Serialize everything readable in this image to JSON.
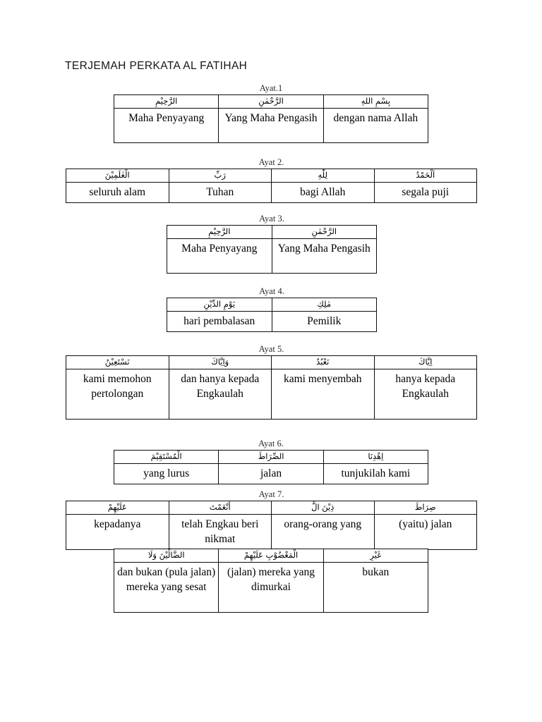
{
  "document": {
    "title": "TERJEMAH PERKATA AL FATIHAH"
  },
  "ayats": [
    {
      "label": "Ayat.1",
      "rows": [
        {
          "arabic": [
            "الرَّحِيْمِ",
            "الرَّحْمٰنِ",
            "بِسْمِ اللهِ"
          ],
          "indonesian": [
            "Maha Penyayang",
            "Yang Maha Pengasih",
            "dengan nama Allah"
          ]
        }
      ]
    },
    {
      "label": "Ayat 2.",
      "rows": [
        {
          "arabic": [
            "الْعٰلَمِيْنَ",
            "رَبِّ",
            "لِلّٰهِ",
            "اَلْحَمْدُ"
          ],
          "indonesian": [
            "seluruh alam",
            "Tuhan",
            "bagi Allah",
            "segala puji"
          ]
        }
      ]
    },
    {
      "label": "Ayat 3.",
      "rows": [
        {
          "arabic": [
            "الرَّحِيْمِ",
            "الرَّحْمٰنِ"
          ],
          "indonesian": [
            "Maha Penyayang",
            "Yang Maha Pengasih"
          ]
        }
      ]
    },
    {
      "label": "Ayat 4.",
      "rows": [
        {
          "arabic": [
            "يَوْمِ الدِّيْنِ",
            "مٰلِكِ"
          ],
          "indonesian": [
            "hari pembalasan",
            "Pemilik"
          ]
        }
      ]
    },
    {
      "label": "Ayat 5.",
      "rows": [
        {
          "arabic": [
            "نَسْتَعِيْنُ",
            "وَاِيَّاكَ",
            "نَعْبُدُ",
            "اِيَّاكَ"
          ],
          "indonesian": [
            "kami memohon pertolongan",
            "dan hanya kepada Engkaulah",
            "kami menyembah",
            "hanya kepada Engkaulah"
          ]
        }
      ]
    },
    {
      "label": "Ayat 6.",
      "rows": [
        {
          "arabic": [
            "الْمُسْتَقِيْمَ",
            "الصِّرَاطَ",
            "اِهْدِنَا"
          ],
          "indonesian": [
            "yang lurus",
            "jalan",
            "tunjukilah kami"
          ]
        }
      ]
    },
    {
      "label": "Ayat 7.",
      "rows": [
        {
          "arabic": [
            "عَلَيْهِمْ",
            "أَنْعَمْتَ",
            "ذِيْنَ الَّ",
            "صِرَاطَ"
          ],
          "indonesian": [
            "kepadanya",
            "telah Engkau beri nikmat",
            "orang-orang yang",
            "(yaitu) jalan"
          ]
        },
        {
          "arabic": [
            "الضَّالِّيْنَ وَلَا",
            "الْمَغْضُوْبِ عَلَيْهِمْ",
            "غَيْرِ"
          ],
          "indonesian": [
            "dan bukan (pula jalan) mereka yang sesat",
            "(jalan) mereka yang dimurkai",
            "bukan"
          ]
        }
      ]
    }
  ]
}
